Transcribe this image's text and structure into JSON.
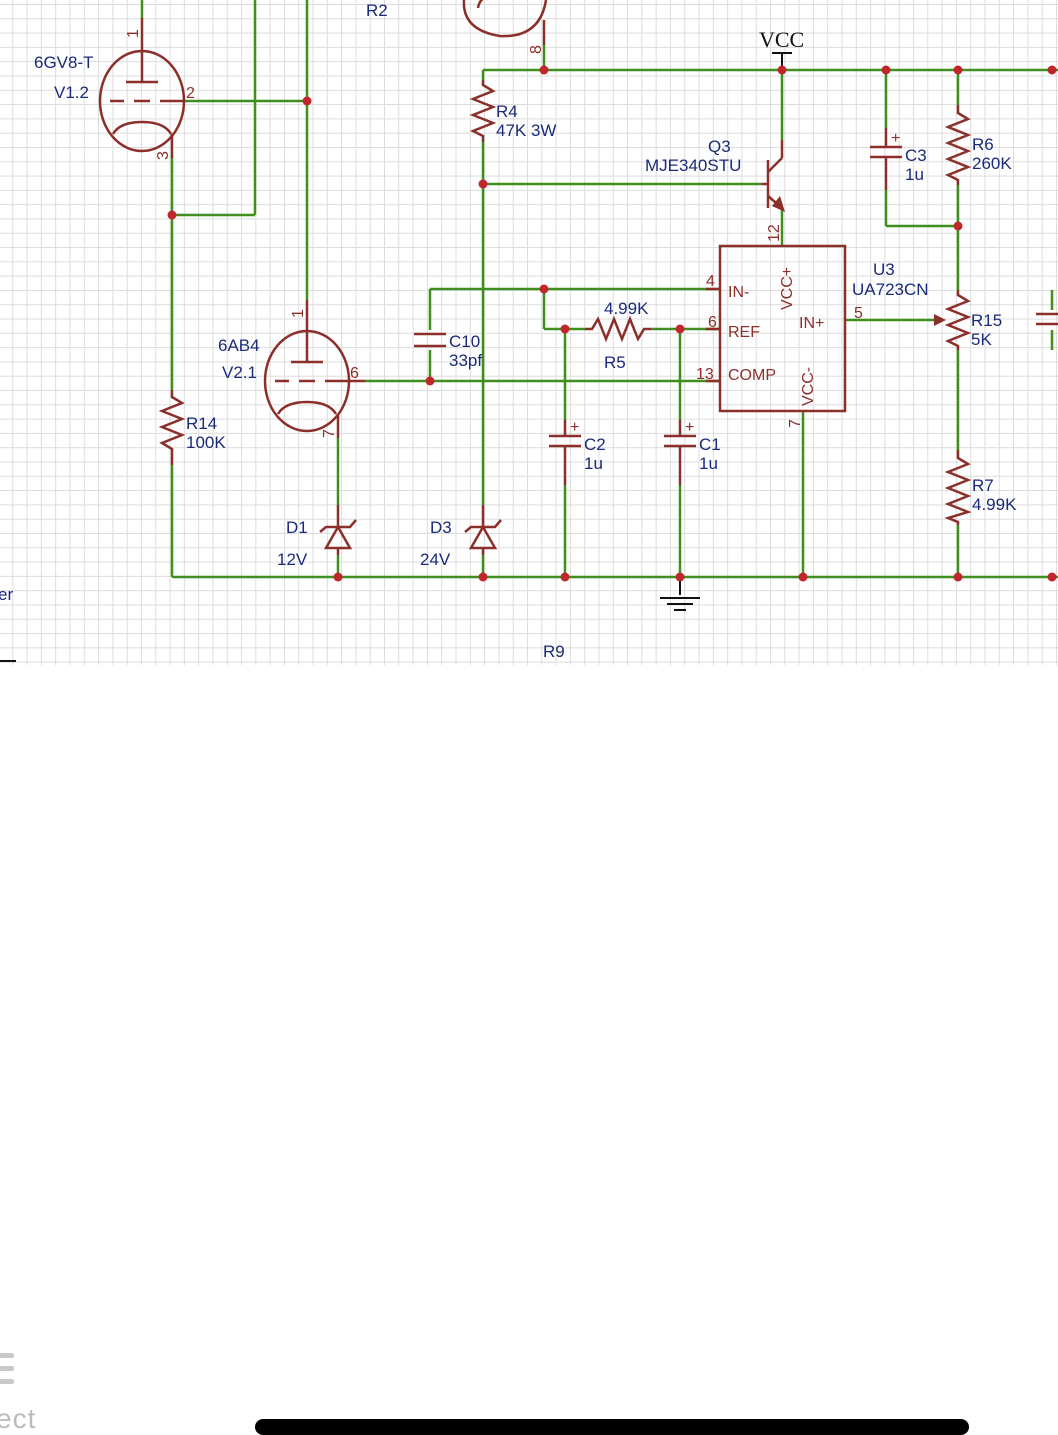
{
  "schematic": {
    "power_label": "VCC",
    "tubes": [
      {
        "part": "6GV8-T",
        "ref": "V1.2",
        "pins": [
          "1",
          "2",
          "3"
        ]
      },
      {
        "part": "6AB4",
        "ref": "V2.1",
        "pins": [
          "1",
          "6",
          "7"
        ]
      }
    ],
    "transistor": {
      "ref": "Q3",
      "part": "MJE340STU"
    },
    "ic": {
      "ref": "U3",
      "part": "UA723CN",
      "pins": {
        "in_minus": "IN-",
        "ref": "REF",
        "comp": "COMP",
        "vcc_plus": "VCC+",
        "vcc_minus": "VCC-",
        "in_plus": "IN+"
      },
      "pin_numbers": {
        "in_minus": "4",
        "ref": "6",
        "comp": "13",
        "vcc_plus": "12",
        "vcc_minus": "7",
        "in_plus": "5"
      }
    },
    "resistors": [
      {
        "ref": "R2",
        "value": ""
      },
      {
        "ref": "R4",
        "value": "47K 3W"
      },
      {
        "ref": "R5",
        "value": "4.99K"
      },
      {
        "ref": "R6",
        "value": "260K"
      },
      {
        "ref": "R7",
        "value": "4.99K"
      },
      {
        "ref": "R9",
        "value": ""
      },
      {
        "ref": "R14",
        "value": "100K"
      },
      {
        "ref": "R15",
        "value": "5K"
      }
    ],
    "capacitors": [
      {
        "ref": "C1",
        "value": "1u"
      },
      {
        "ref": "C2",
        "value": "1u"
      },
      {
        "ref": "C3",
        "value": "1u"
      },
      {
        "ref": "C10",
        "value": "33pf"
      }
    ],
    "diodes": [
      {
        "ref": "D1",
        "value": "12V"
      },
      {
        "ref": "D3",
        "value": "24V"
      }
    ],
    "top_tube_pin": "8",
    "left_edge_text": "er"
  },
  "toolbar": {
    "menu_icon": "hamburger-icon",
    "select_label": "ect"
  },
  "colors": {
    "wire": "#3f8f1f",
    "part": "#8b2f2a",
    "junction": "#c0272d",
    "label": "#1a2a7a"
  }
}
